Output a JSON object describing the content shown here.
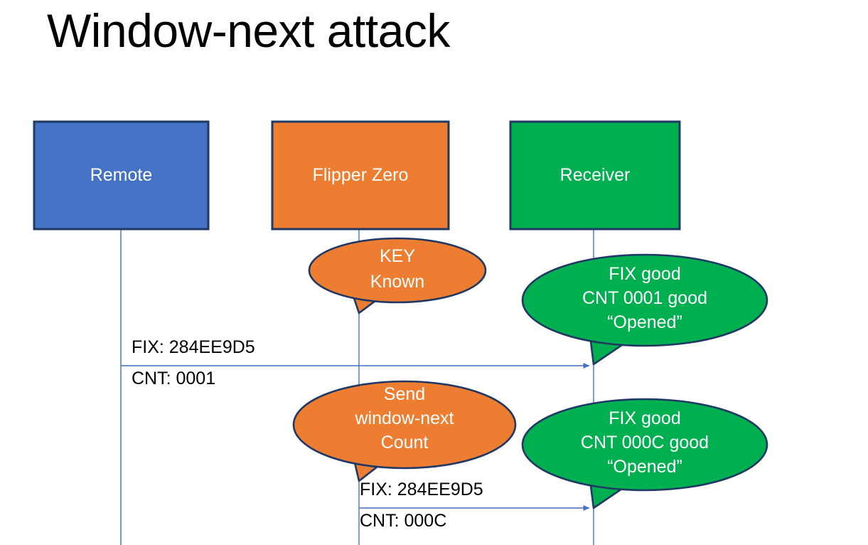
{
  "slide": {
    "title": "Window-next attack",
    "background_color": "#FFFFFF"
  },
  "colors": {
    "remote_fill": "#4472C4",
    "flipper_fill": "#ED7D31",
    "receiver_fill": "#00B050",
    "box_border": "#1F3864",
    "lifeline": "#4472C4",
    "arrow": "#4472C4",
    "label_text": "#000000",
    "box_text": "#FFFFFF"
  },
  "actors": [
    {
      "name": "remote",
      "label": "Remote"
    },
    {
      "name": "flipper",
      "label": "Flipper Zero"
    },
    {
      "name": "receiver",
      "label": "Receiver"
    }
  ],
  "callouts": [
    {
      "name": "key-known",
      "owner": "flipper",
      "fill": "#ED7D31",
      "lines": [
        "KEY",
        "Known"
      ],
      "text": "KEY\nKnown"
    },
    {
      "name": "receiver-ack-1",
      "owner": "receiver",
      "fill": "#00B050",
      "lines": [
        "FIX good",
        "CNT 0001 good",
        "“Opened”"
      ],
      "text": "FIX good\nCNT 0001 good\n“Opened”"
    },
    {
      "name": "send-window-next",
      "owner": "flipper",
      "fill": "#ED7D31",
      "lines": [
        "Send",
        "window-next",
        "Count"
      ],
      "text": "Send\nwindow-next\nCount"
    },
    {
      "name": "receiver-ack-2",
      "owner": "receiver",
      "fill": "#00B050",
      "lines": [
        "FIX good",
        "CNT 000C good",
        "“Opened”"
      ],
      "text": "FIX good\nCNT 000C good\n“Opened”"
    }
  ],
  "messages": [
    {
      "name": "message-remote-to-receiver",
      "from": "remote",
      "to": "receiver",
      "label_above": "FIX: 284EE9D5",
      "label_below": "CNT: 0001"
    },
    {
      "name": "message-flipper-to-receiver",
      "from": "flipper",
      "to": "receiver",
      "label_above": "FIX: 284EE9D5",
      "label_below": "CNT: 000C"
    }
  ]
}
